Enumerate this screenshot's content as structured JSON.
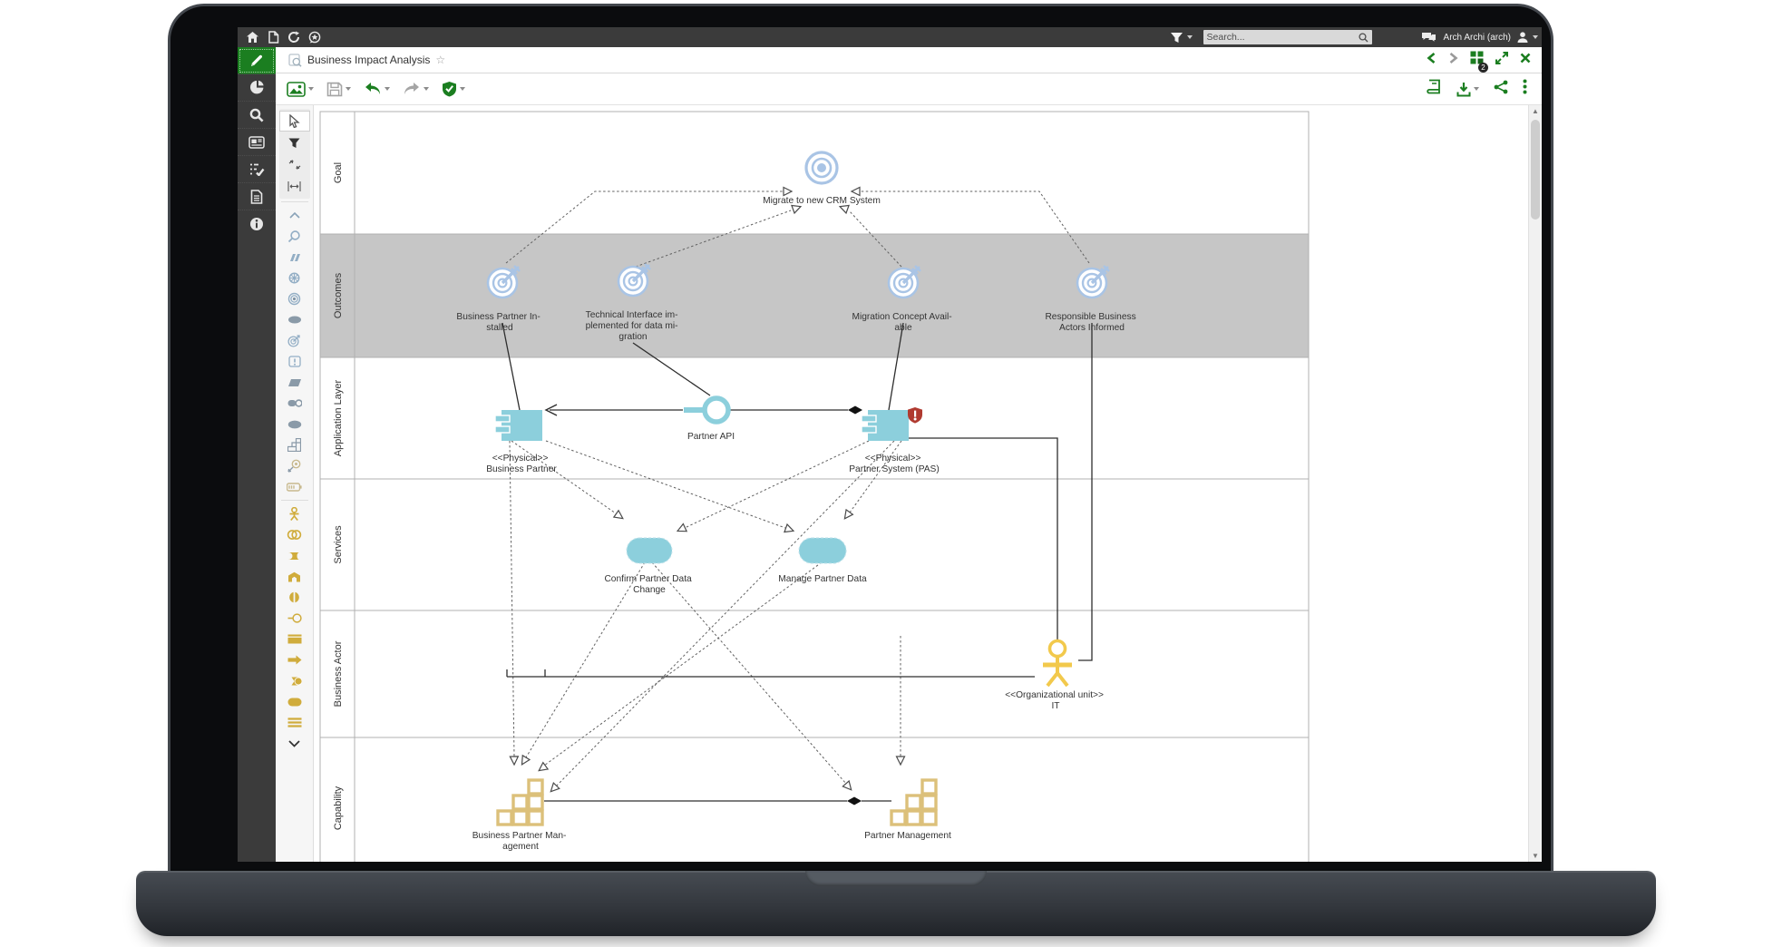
{
  "topbar": {
    "search_placeholder": "Search...",
    "user": "Arch Archi (arch)"
  },
  "tab": {
    "title": "Business Impact Analysis",
    "window_badge": "2"
  },
  "lanes": [
    {
      "label": "Goal"
    },
    {
      "label": "Outcomes"
    },
    {
      "label": "Application Layer"
    },
    {
      "label": "Services"
    },
    {
      "label": "Business Actor"
    },
    {
      "label": "Capability"
    }
  ],
  "diagram": {
    "goal": {
      "label": "Migrate to new CRM System"
    },
    "outcomes": [
      {
        "lines": [
          "Business Partner In-",
          "stalled"
        ]
      },
      {
        "lines": [
          "Technical Interface im-",
          "plemented for data mi-",
          "gration"
        ]
      },
      {
        "lines": [
          "Migration Concept Avail-",
          "able"
        ]
      },
      {
        "lines": [
          "Responsible Business",
          "Actors Informed"
        ]
      }
    ],
    "applications": [
      {
        "lines": [
          "<<Physical>>",
          "Business Partner"
        ]
      },
      {
        "lines": [
          "<<Physical>>",
          "Partner System (PAS)"
        ]
      }
    ],
    "interface": {
      "label": "Partner API"
    },
    "services": [
      {
        "lines": [
          "Confirm Partner Data",
          "Change"
        ]
      },
      {
        "lines": [
          "Manage Partner Data"
        ]
      }
    ],
    "actor": {
      "lines": [
        "<<Organizational unit>>",
        "IT"
      ]
    },
    "capabilities": [
      {
        "lines": [
          "Business Partner Man-",
          "agement"
        ]
      },
      {
        "lines": [
          "Partner Management"
        ]
      }
    ]
  },
  "colors": {
    "accent_green": "#1b7e20",
    "chrome_dark": "#3b3b3b",
    "motivation_blue": "#a9c4e5",
    "application_teal": "#8ccfdc",
    "business_gold": "#dcc07a",
    "actor_yellow": "#f2c94c",
    "alert_red": "#b03a30",
    "lane_gray": "#c6c6c6"
  },
  "icons": {
    "palette": [
      "pointer",
      "filter",
      "connector",
      "spacing",
      "collapse",
      "stakeholder",
      "driver",
      "assessment",
      "goal",
      "outcome-oval",
      "outcome",
      "constraint",
      "principle",
      "meaning",
      "value",
      "capability",
      "course-of-action",
      "resource",
      "business-actor",
      "business-collaboration",
      "business-role",
      "business-function",
      "business-interaction",
      "business-interface",
      "business-object",
      "business-process",
      "business-event",
      "business-service",
      "product",
      "scroll-down"
    ]
  }
}
